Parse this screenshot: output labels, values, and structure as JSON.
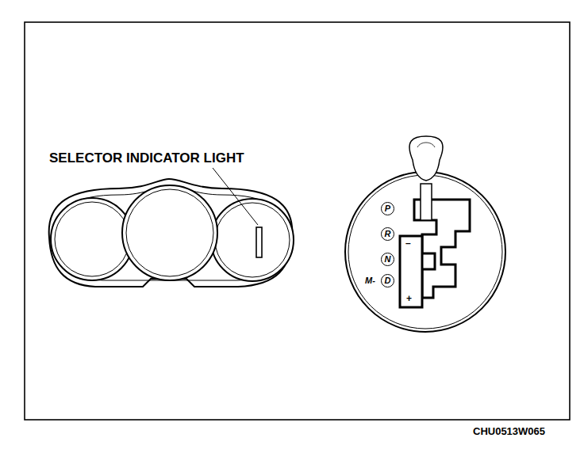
{
  "diagram": {
    "nodes": [
      {
        "text": [
          "P"
        ]
      },
      {
        "text": [
          "R"
        ]
      },
      {
        "text": [
          "N"
        ]
      },
      {
        "text": [
          "D"
        ]
      }
    ],
    "labels": [
      "SELECTOR INDICATOR LIGHT",
      "M-",
      "–",
      "+",
      "CHU0513W065"
    ]
  }
}
